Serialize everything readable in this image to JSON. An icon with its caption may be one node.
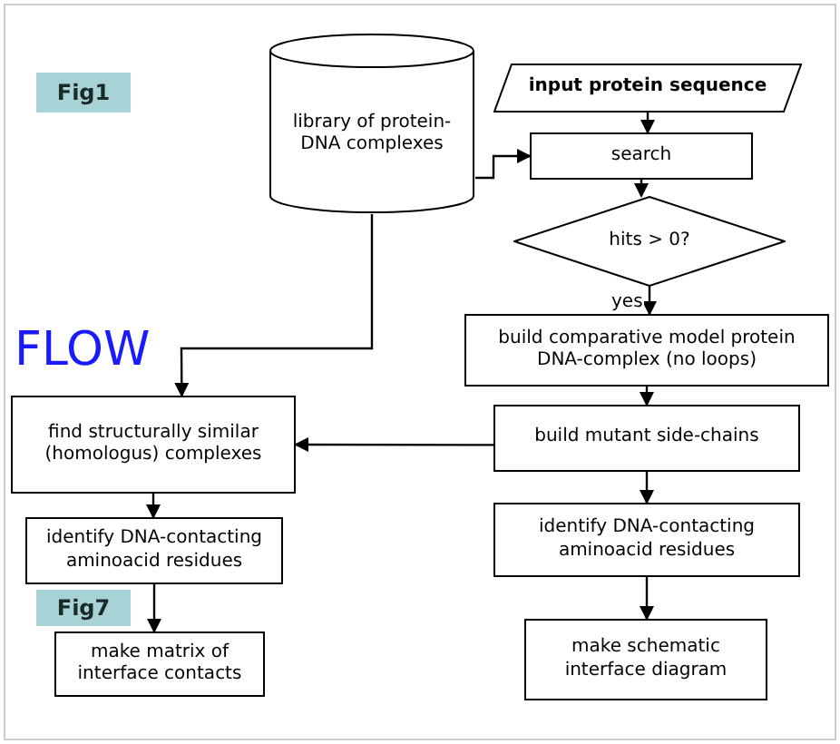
{
  "diagram": {
    "nodes": [
      {
        "text": [
          "Fig1"
        ]
      },
      {
        "text": [
          "library of protein-DNA complexes"
        ]
      },
      {
        "text": [
          "input protein sequence"
        ]
      },
      {
        "text": [
          "search"
        ]
      },
      {
        "text": [
          "hits > 0?"
        ]
      },
      {
        "text": [
          "build comparative model protein DNA-complex (no loops)"
        ]
      },
      {
        "text": [
          "find structurally similar (homologus) complexes"
        ]
      },
      {
        "text": [
          "build mutant side-chains"
        ]
      },
      {
        "text": [
          "identify DNA-contacting aminoacid residues"
        ]
      },
      {
        "text": [
          "identify DNA-contacting aminoacid residues"
        ]
      },
      {
        "text": [
          "Fig7"
        ]
      },
      {
        "text": [
          "make matrix of interface contacts"
        ]
      },
      {
        "text": [
          "make schematic interface diagram"
        ]
      }
    ],
    "edges": [
      {
        "from": 1,
        "to": 3,
        "arrow": "to"
      },
      {
        "from": 2,
        "to": 3,
        "arrow": "to"
      },
      {
        "from": 3,
        "to": 4,
        "arrow": "to"
      },
      {
        "from": 4,
        "to": 5,
        "arrow": "to",
        "label": "yes"
      },
      {
        "from": 5,
        "to": 7,
        "arrow": "to"
      },
      {
        "from": 7,
        "to": 6,
        "arrow": "to"
      },
      {
        "from": 7,
        "to": 9,
        "arrow": "to"
      },
      {
        "from": 9,
        "to": 12,
        "arrow": "to"
      },
      {
        "from": 1,
        "to": 6,
        "arrow": "to"
      },
      {
        "from": 6,
        "to": 8,
        "arrow": "to"
      },
      {
        "from": 8,
        "to": 11,
        "arrow": "to"
      }
    ],
    "labels": [
      "FLOW"
    ]
  }
}
